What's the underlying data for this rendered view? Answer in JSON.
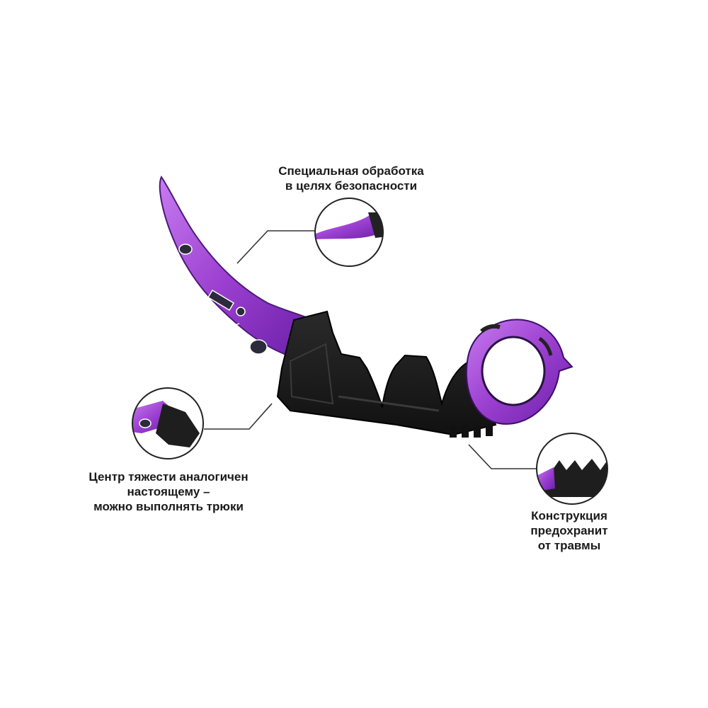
{
  "callouts": {
    "safety": {
      "lines": [
        "Специальная обработка",
        "в целях безопасности"
      ],
      "icon": "blade-tip-detail"
    },
    "balance": {
      "lines": [
        "Центр тяжести аналогичен",
        "настоящему –",
        "можно выполнять трюки"
      ],
      "icon": "handle-guard-detail"
    },
    "guard": {
      "lines": [
        "Конструкция",
        "предохранит",
        "от травмы"
      ],
      "icon": "finger-grooves-detail"
    }
  },
  "colors": {
    "blade_purple": "#9b3fd0",
    "blade_light": "#c77bf0",
    "handle_black": "#1e1e1e",
    "text": "#1a1a1a"
  }
}
